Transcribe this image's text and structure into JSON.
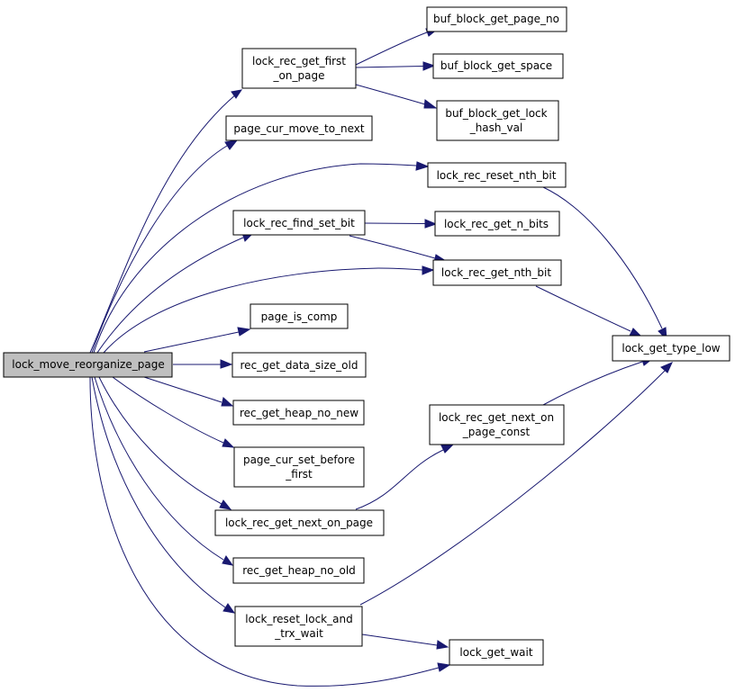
{
  "colors": {
    "root_fill": "#bfbfbf",
    "node_fill": "#ffffff",
    "node_border": "#000000",
    "edge": "#191970"
  },
  "nodes": {
    "root": [
      "lock_move_reorganize_page"
    ],
    "rgf": [
      "lock_rec_get_first",
      "_on_page"
    ],
    "bbgpn": [
      "buf_block_get_page_no"
    ],
    "bbgs": [
      "buf_block_get_space"
    ],
    "bbglhv": [
      "buf_block_get_lock",
      "_hash_val"
    ],
    "pcmtn": [
      "page_cur_move_to_next"
    ],
    "rrnb": [
      "lock_rec_reset_nth_bit"
    ],
    "rfsb": [
      "lock_rec_find_set_bit"
    ],
    "rgnbits": [
      "lock_rec_get_n_bits"
    ],
    "rgnb": [
      "lock_rec_get_nth_bit"
    ],
    "pic": [
      "page_is_comp"
    ],
    "gtl": [
      "lock_get_type_low"
    ],
    "rgdso": [
      "rec_get_data_size_old"
    ],
    "rghnn": [
      "rec_get_heap_no_new"
    ],
    "rgnopc": [
      "lock_rec_get_next_on",
      "_page_const"
    ],
    "pcsbf": [
      "page_cur_set_before",
      "_first"
    ],
    "rgnop": [
      "lock_rec_get_next_on_page"
    ],
    "rghno": [
      "rec_get_heap_no_old"
    ],
    "rrlatw": [
      "lock_reset_lock_and",
      "_trx_wait"
    ],
    "lgw": [
      "lock_get_wait"
    ]
  }
}
